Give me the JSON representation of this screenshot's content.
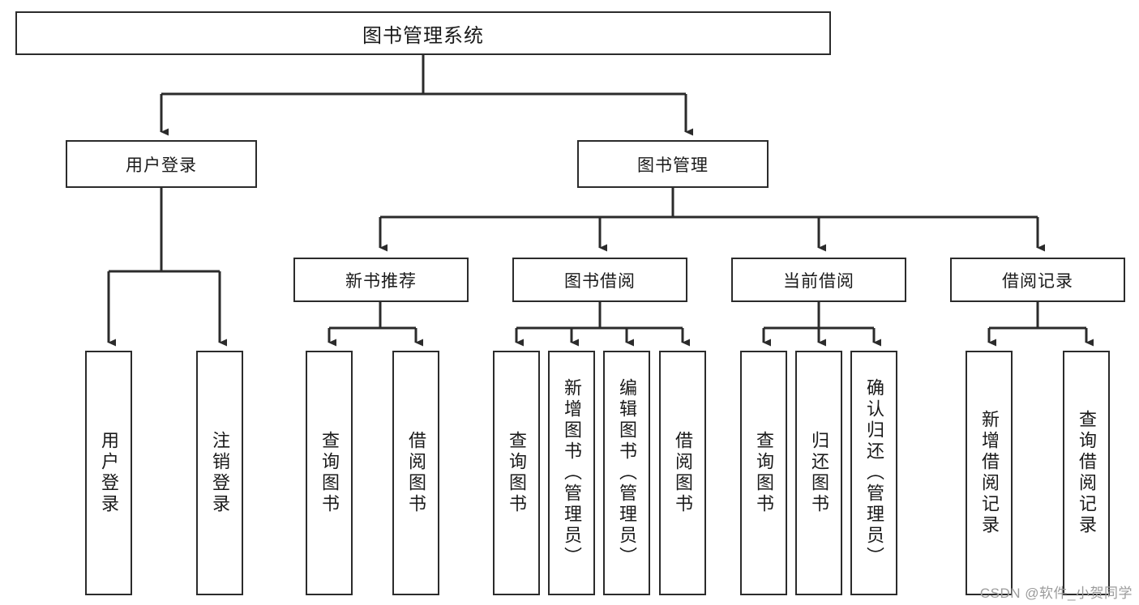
{
  "diagram": {
    "type": "tree-hierarchy",
    "title": "图书管理系统",
    "orientation": "top-down",
    "colors": {
      "node_border": "#2b2b2b",
      "node_fill": "#ffffff",
      "edge": "#2b2b2b",
      "text": "#1a1a1a",
      "watermark": "#9b9b9b"
    },
    "watermark": "CSDN @软件_小贺同学"
  },
  "nodes": {
    "root": {
      "label": "图书管理系统"
    },
    "level2": [
      {
        "id": "user-login",
        "label": "用户登录"
      },
      {
        "id": "book-manage",
        "label": "图书管理"
      }
    ],
    "level3": [
      {
        "id": "new-book-rec",
        "label": "新书推荐"
      },
      {
        "id": "book-borrow",
        "label": "图书借阅"
      },
      {
        "id": "current-borrow",
        "label": "当前借阅"
      },
      {
        "id": "borrow-record",
        "label": "借阅记录"
      }
    ],
    "leaves": {
      "user-login": [
        {
          "id": "leaf-user-login",
          "label": "用户登录"
        },
        {
          "id": "leaf-logout",
          "label": "注销登录"
        }
      ],
      "new-book-rec": [
        {
          "id": "leaf-query-book-1",
          "label": "查询图书"
        },
        {
          "id": "leaf-borrow-book-1",
          "label": "借阅图书"
        }
      ],
      "book-borrow": [
        {
          "id": "leaf-query-book-2",
          "label": "查询图书"
        },
        {
          "id": "leaf-add-book",
          "label": "新增图书（管理员）"
        },
        {
          "id": "leaf-edit-book",
          "label": "编辑图书（管理员）"
        },
        {
          "id": "leaf-borrow-book-2",
          "label": "借阅图书"
        }
      ],
      "current-borrow": [
        {
          "id": "leaf-query-book-3",
          "label": "查询图书"
        },
        {
          "id": "leaf-return-book",
          "label": "归还图书"
        },
        {
          "id": "leaf-confirm-return",
          "label": "确认归还（管理员）"
        }
      ],
      "borrow-record": [
        {
          "id": "leaf-add-record",
          "label": "新增借阅记录"
        },
        {
          "id": "leaf-query-record",
          "label": "查询借阅记录"
        }
      ]
    }
  }
}
